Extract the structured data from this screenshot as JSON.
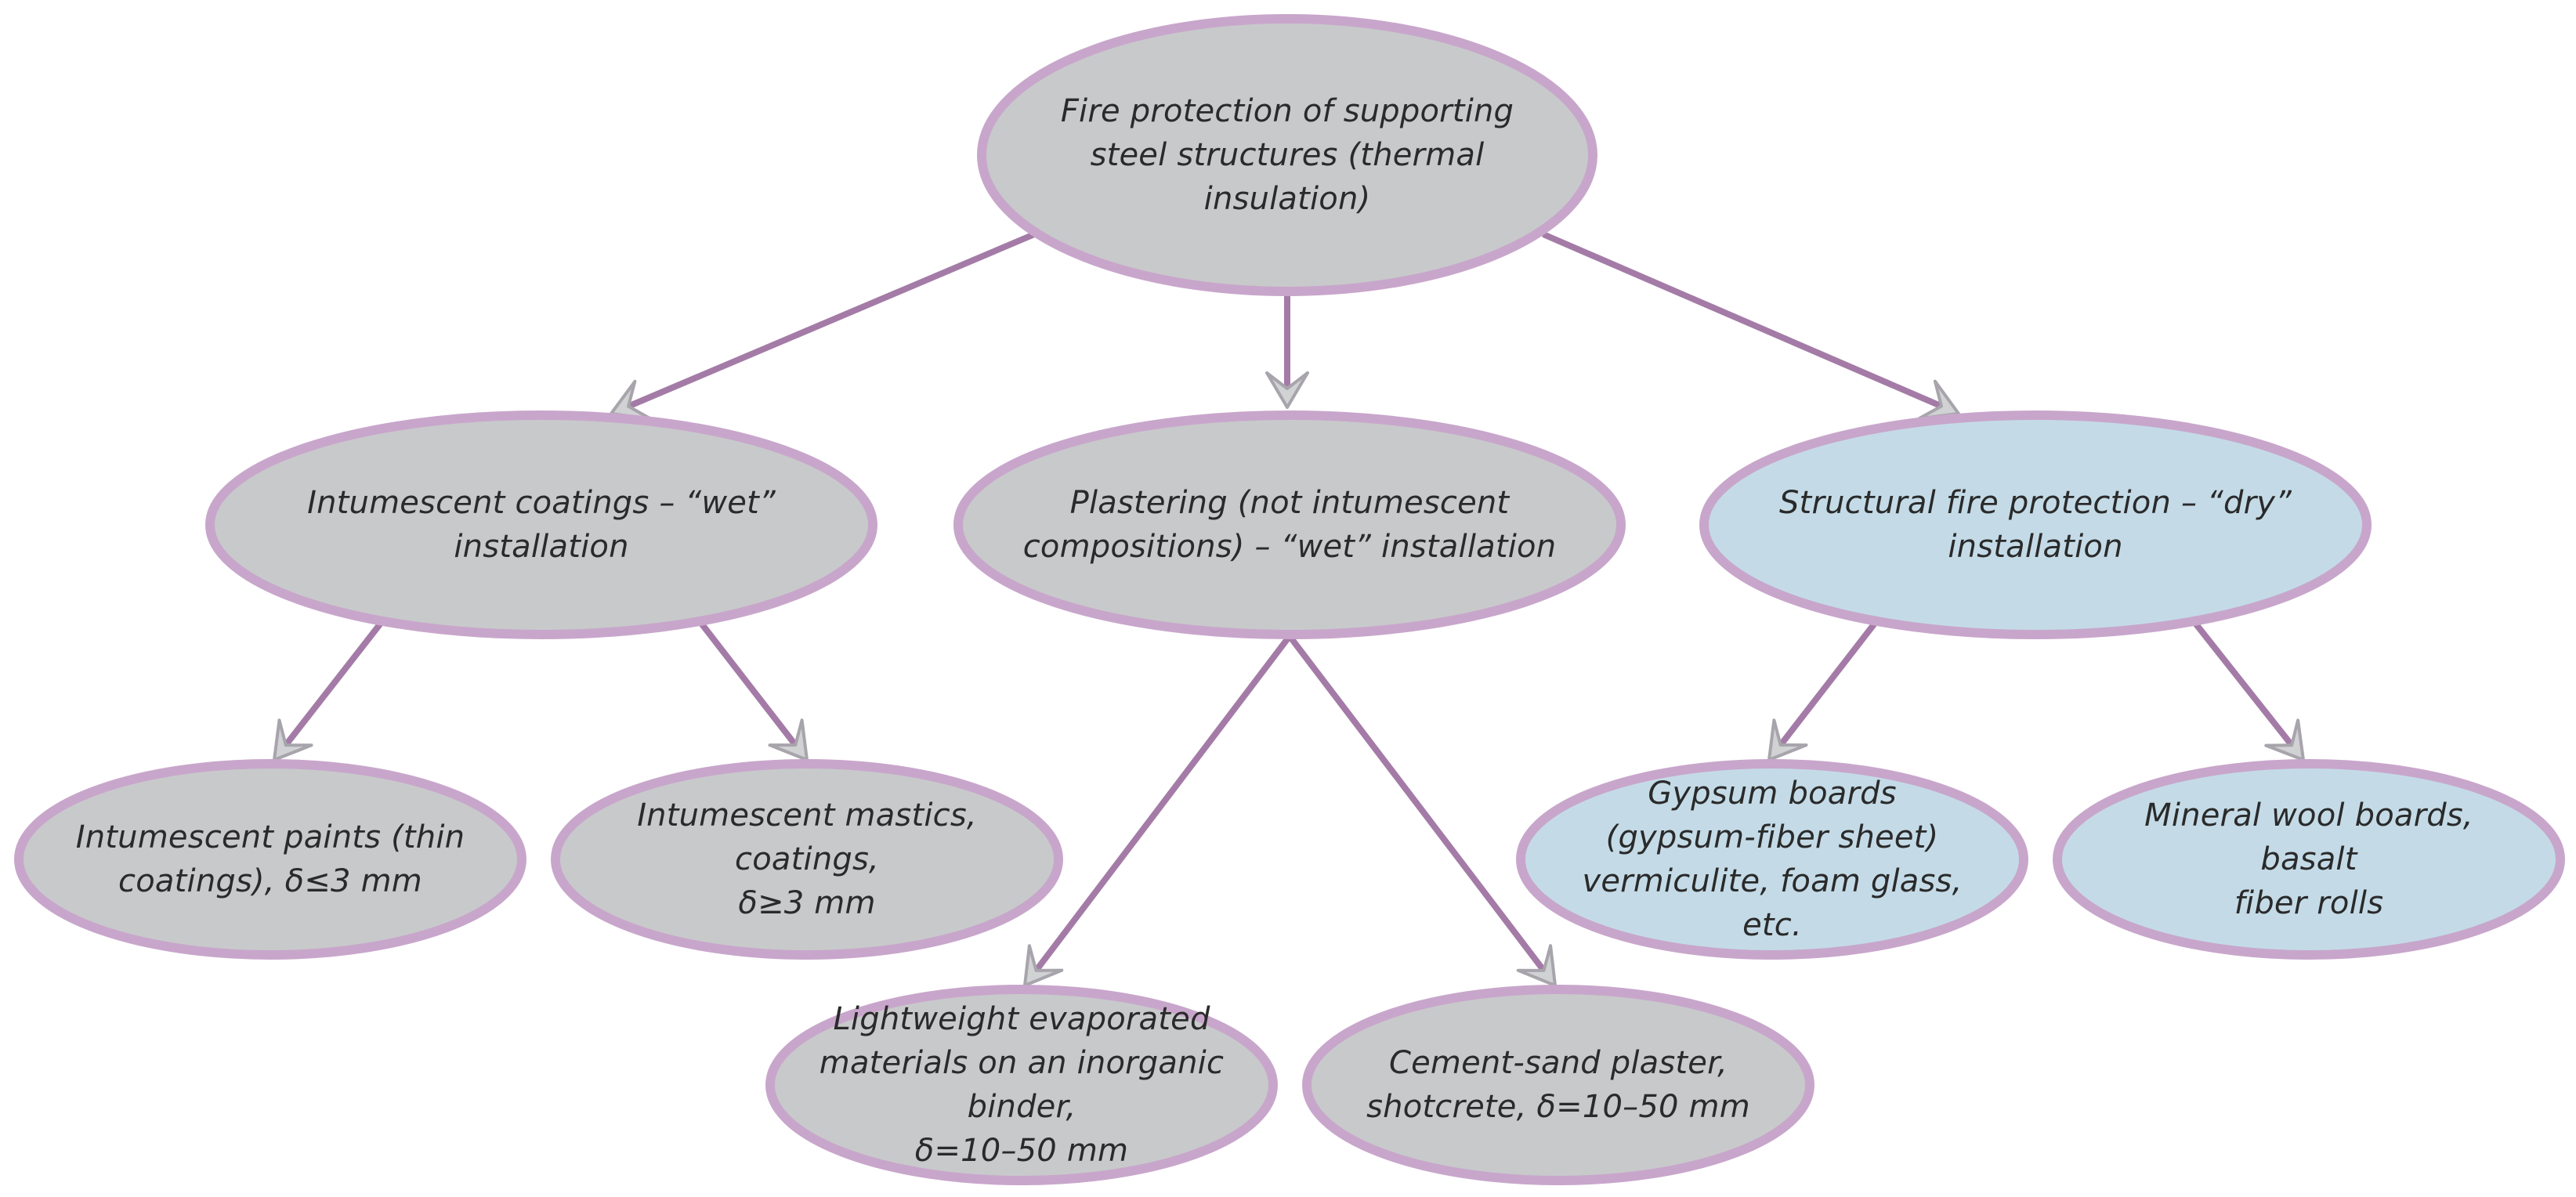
{
  "colors": {
    "node_gray": "#c8c9cb",
    "node_blue": "#c4dbe7",
    "border": "#c8a6cb",
    "connector": "#a47ba7",
    "arrowhead_fill": "#d0d2d4",
    "arrowhead_stroke": "#a8a4ac",
    "text": "#2a2a2a"
  },
  "nodes": {
    "root": {
      "label": "Fire protection of supporting\nsteel structures (thermal\ninsulation)",
      "fill": "gray"
    },
    "intumescent_coatings": {
      "label": "Intumescent coatings – “wet”\ninstallation",
      "fill": "gray"
    },
    "plastering": {
      "label": "Plastering (not intumescent\ncompositions) – “wet” installation",
      "fill": "gray"
    },
    "structural_dry": {
      "label": "Structural fire protection – “dry”\ninstallation",
      "fill": "blue"
    },
    "intumescent_paints": {
      "label": "Intumescent paints (thin\ncoatings), δ≤3 mm",
      "fill": "gray"
    },
    "intumescent_mastics": {
      "label": "Intumescent mastics,\ncoatings,\nδ≥3 mm",
      "fill": "gray"
    },
    "lightweight_materials": {
      "label": "Lightweight evaporated\nmaterials on an inorganic binder,\nδ=10–50 mm",
      "fill": "gray"
    },
    "cement_sand": {
      "label": "Cement-sand plaster,\nshotcrete, δ=10–50 mm",
      "fill": "gray"
    },
    "gypsum_boards": {
      "label": "Gypsum boards\n(gypsum-fiber sheet)\nvermiculite, foam glass, etc.",
      "fill": "blue"
    },
    "mineral_wool": {
      "label": "Mineral wool boards, basalt\nfiber rolls",
      "fill": "blue"
    }
  },
  "edges": [
    {
      "from": "root",
      "to": "intumescent_coatings"
    },
    {
      "from": "root",
      "to": "plastering"
    },
    {
      "from": "root",
      "to": "structural_dry"
    },
    {
      "from": "intumescent_coatings",
      "to": "intumescent_paints"
    },
    {
      "from": "intumescent_coatings",
      "to": "intumescent_mastics"
    },
    {
      "from": "plastering",
      "to": "lightweight_materials"
    },
    {
      "from": "plastering",
      "to": "cement_sand"
    },
    {
      "from": "structural_dry",
      "to": "gypsum_boards"
    },
    {
      "from": "structural_dry",
      "to": "mineral_wool"
    }
  ]
}
